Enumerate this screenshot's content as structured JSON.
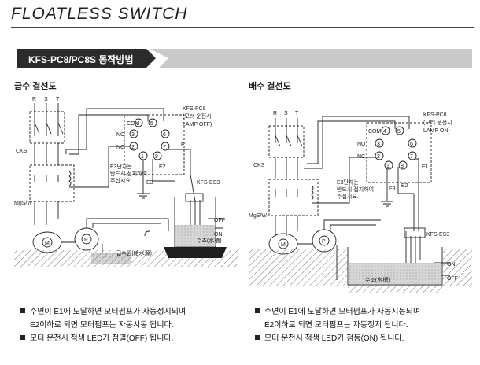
{
  "title": "FLOATLESS SWITCH",
  "section_title": "KFS-PC8/PC8S 동작방법",
  "left": {
    "subtitle": "급수 결선도",
    "phases": [
      "R",
      "S",
      "T"
    ],
    "cks": "CKS",
    "mgsw": "MgS/W",
    "com": "COM",
    "no": "NO",
    "nc": "NC",
    "pins": [
      "4",
      "5",
      "3",
      "6",
      "2",
      "7",
      "1",
      "8"
    ],
    "controller_model": "KFS-PC8",
    "controller_note": [
      "(모터 운전시",
      "LAMP OFF)"
    ],
    "e3_note": [
      "E3단자는",
      "반드시 접지하여",
      "주십시요."
    ],
    "e1": "E1",
    "e2": "E2",
    "e3": "E3",
    "sensor_model": "KFS-ES3",
    "off": "OFF",
    "on": "ON",
    "tank_label": "수조(水槽)",
    "supply_label": "급수원(給水源)",
    "m": "M",
    "p": "P",
    "bullets": [
      "수면이 E1에 도달하면 모터펌프가 자동정지되며",
      "E2이하로 되면 모터펌프는 자동시동 됩니다.",
      "모터 운전시 적색 LED가 점멸(OFF) 됩니다."
    ]
  },
  "right": {
    "subtitle": "배수 결선도",
    "phases": [
      "R",
      "S",
      "T"
    ],
    "cks": "CKS",
    "mgsw": "MgS/W",
    "com": "COM",
    "no": "NO",
    "nc": "NC",
    "pins": [
      "4",
      "5",
      "3",
      "6",
      "2",
      "7",
      "1",
      "8"
    ],
    "controller_model": "KFS-PC8",
    "controller_note": [
      "(모터 운전시",
      "LAMP ON)"
    ],
    "e3_note": [
      "E3단자는",
      "반드시 접지하여",
      "주십시요."
    ],
    "e1": "E1",
    "e2": "E2",
    "e3": "E3",
    "sensor_model": "KFS-ES3",
    "off": "OFF",
    "on": "ON",
    "tank_label": "수조(水槽)",
    "m": "M",
    "p": "P",
    "bullets": [
      "수면이 E1에 도달하면 모터펌프가 자동시동되며",
      "E2이하로 되면 모터펌프는 자동정지 됩니다.",
      "모터 운전시 적색 LED가 점등(ON) 됩니다."
    ]
  }
}
